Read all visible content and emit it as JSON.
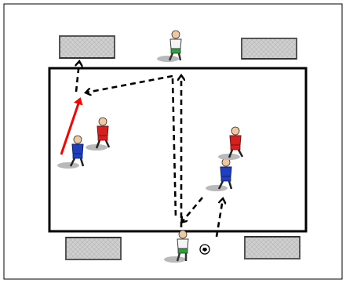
{
  "colors": {
    "background": "#ffffff",
    "frame": "#000000",
    "pitch_outline": "#000000",
    "goal_frame": "#666666",
    "goal_net": "#c4c4c4",
    "pass_arrow": "#000000",
    "run_arrow": "#ff0000",
    "team_blue": "#1f3fbf",
    "team_red": "#d62020",
    "neutral_white": "#f4f4f4",
    "neutral_shorts_green": "#2aa13a",
    "skin": "#f0c8a0",
    "shadow": "#b9b9b9"
  },
  "diagram": {
    "goals": [
      {
        "id": "goal-top-left"
      },
      {
        "id": "goal-top-right"
      },
      {
        "id": "goal-bottom-left"
      },
      {
        "id": "goal-bottom-right"
      }
    ],
    "players": [
      {
        "id": "neutral-top",
        "team": "neutral"
      },
      {
        "id": "neutral-bottom",
        "team": "neutral"
      },
      {
        "id": "blue-left",
        "team": "blue"
      },
      {
        "id": "blue-right",
        "team": "blue"
      },
      {
        "id": "red-left",
        "team": "red"
      },
      {
        "id": "red-right",
        "team": "red"
      }
    ],
    "arrows": [
      {
        "id": "pass-top-to-left",
        "type": "pass"
      },
      {
        "id": "pass-bottom-to-top",
        "type": "pass"
      },
      {
        "id": "pass-top-to-bottom",
        "type": "pass"
      },
      {
        "id": "pass-blue-to-bottom",
        "type": "pass"
      },
      {
        "id": "pass-bottom-to-blue",
        "type": "pass"
      },
      {
        "id": "pass-left-to-goal",
        "type": "pass"
      },
      {
        "id": "run-blue-left",
        "type": "run"
      }
    ],
    "ball": {
      "icon": "soccer-ball-icon"
    }
  }
}
